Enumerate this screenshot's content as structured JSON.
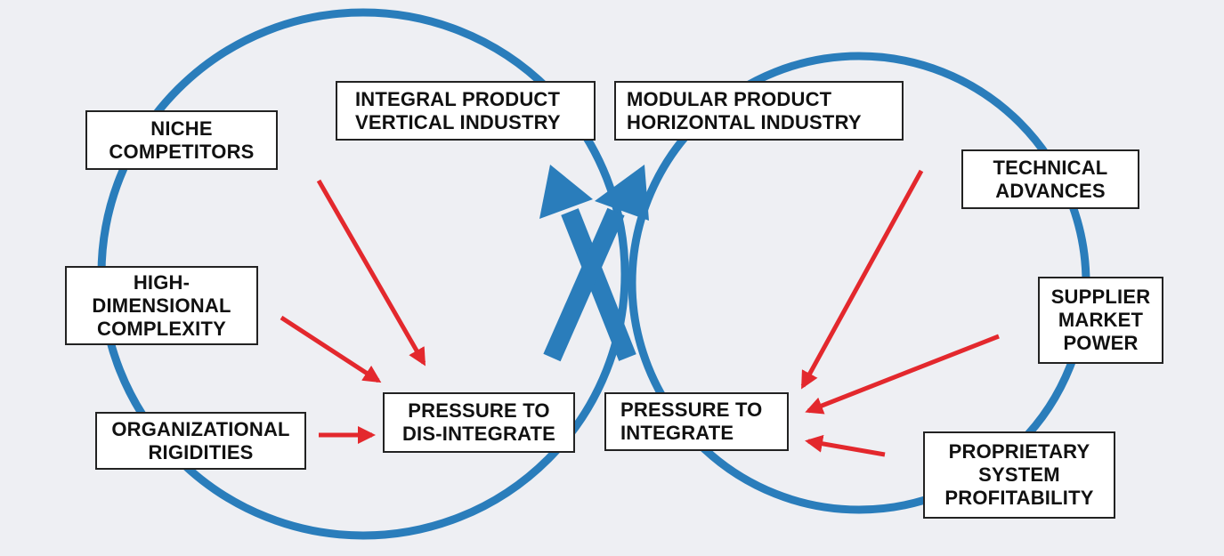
{
  "colors": {
    "background": "#eeeff3",
    "circle": "#2a7dbb",
    "blue_arrow": "#2a7dbb",
    "red_arrow": "#e3282d",
    "box_border": "#222222"
  },
  "boxes": {
    "integral": {
      "line1": "INTEGRAL PRODUCT",
      "line2": "VERTICAL INDUSTRY"
    },
    "modular": {
      "line1": "MODULAR PRODUCT",
      "line2": "HORIZONTAL INDUSTRY"
    },
    "niche": {
      "line1": "NICHE",
      "line2": "COMPETITORS"
    },
    "high_dim": {
      "line1": "HIGH-",
      "line2": "DIMENSIONAL",
      "line3": "COMPLEXITY"
    },
    "org_rigid": {
      "line1": "ORGANIZATIONAL",
      "line2": "RIGIDITIES"
    },
    "disintegrate": {
      "line1": "PRESSURE TO",
      "line2": "DIS-INTEGRATE"
    },
    "integrate": {
      "line1": "PRESSURE TO",
      "line2": "INTEGRATE"
    },
    "technical": {
      "line1": "TECHNICAL",
      "line2": "ADVANCES"
    },
    "supplier": {
      "line1": "SUPPLIER",
      "line2": "MARKET",
      "line3": "POWER"
    },
    "proprietary": {
      "line1": "PROPRIETARY",
      "line2": "SYSTEM",
      "line3": "PROFITABILITY"
    }
  }
}
